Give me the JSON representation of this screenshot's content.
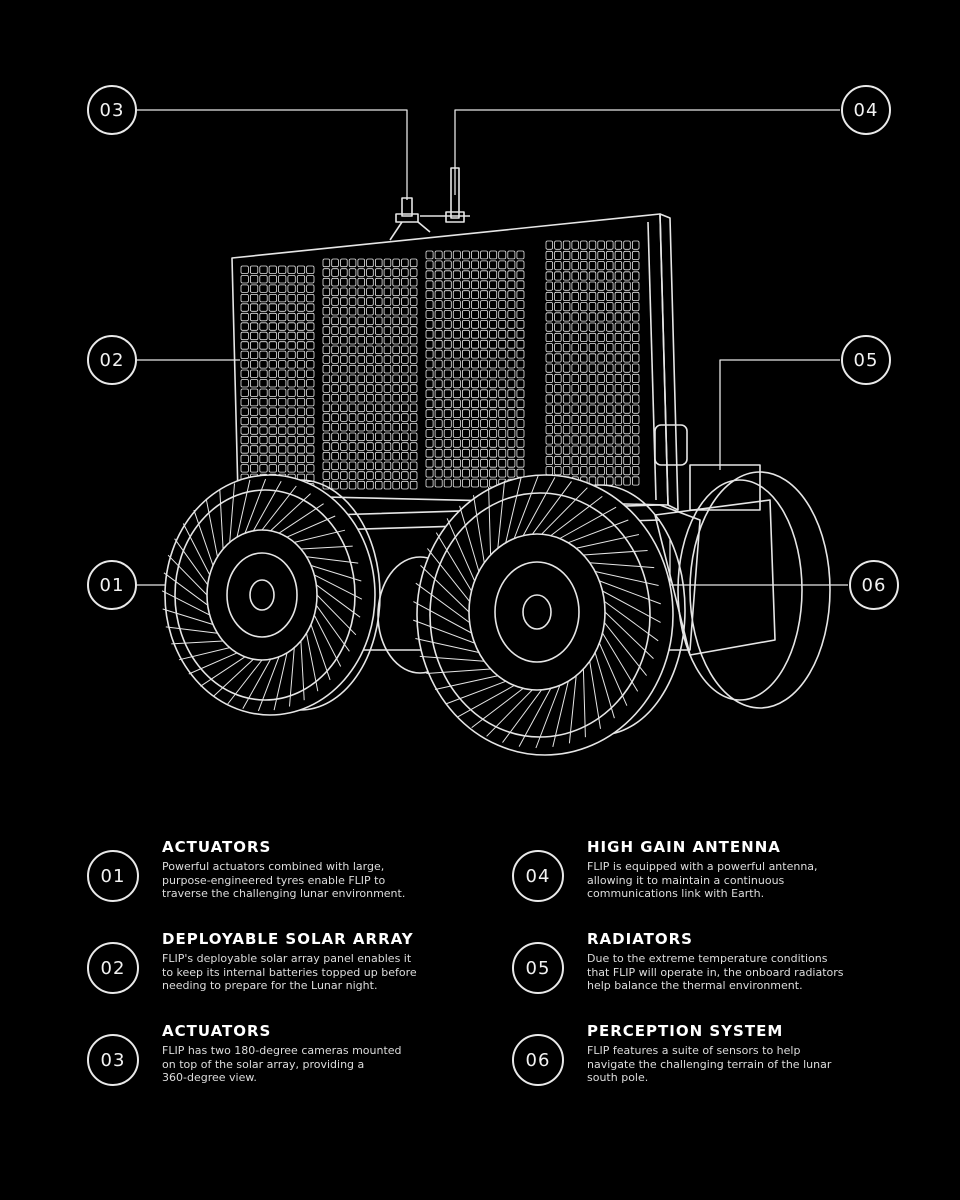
{
  "callouts": [
    {
      "num": "01",
      "anchor": "left-wheel"
    },
    {
      "num": "02",
      "anchor": "solar-array"
    },
    {
      "num": "03",
      "anchor": "cameras"
    },
    {
      "num": "04",
      "anchor": "antenna"
    },
    {
      "num": "05",
      "anchor": "radiators"
    },
    {
      "num": "06",
      "anchor": "perception-system"
    }
  ],
  "legend": [
    {
      "num": "01",
      "title": "ACTUATORS",
      "text": "Powerful actuators combined with large,\npurpose-engineered tyres enable FLIP to\ntraverse the challenging lunar environment."
    },
    {
      "num": "02",
      "title": "DEPLOYABLE SOLAR ARRAY",
      "text": "FLIP's deployable solar array panel enables it\nto keep its internal batteries topped up before\nneeding to prepare for the Lunar night."
    },
    {
      "num": "03",
      "title": "ACTUATORS",
      "text": "FLIP has two 180-degree cameras mounted\non top of the solar array, providing a\n360-degree view."
    },
    {
      "num": "04",
      "title": "HIGH GAIN ANTENNA",
      "text": "FLIP is equipped with a powerful antenna,\nallowing it to maintain a continuous\ncommunications link with Earth."
    },
    {
      "num": "05",
      "title": "RADIATORS",
      "text": "Due to the extreme temperature conditions\n that FLIP will operate in, the onboard radiators\nhelp balance the thermal environment."
    },
    {
      "num": "06",
      "title": "PERCEPTION SYSTEM",
      "text": "FLIP features a suite of sensors to help\nnavigate the challenging terrain of the lunar\nsouth pole."
    }
  ],
  "colors": {
    "background": "#000000",
    "line": "#e9e9e9"
  }
}
